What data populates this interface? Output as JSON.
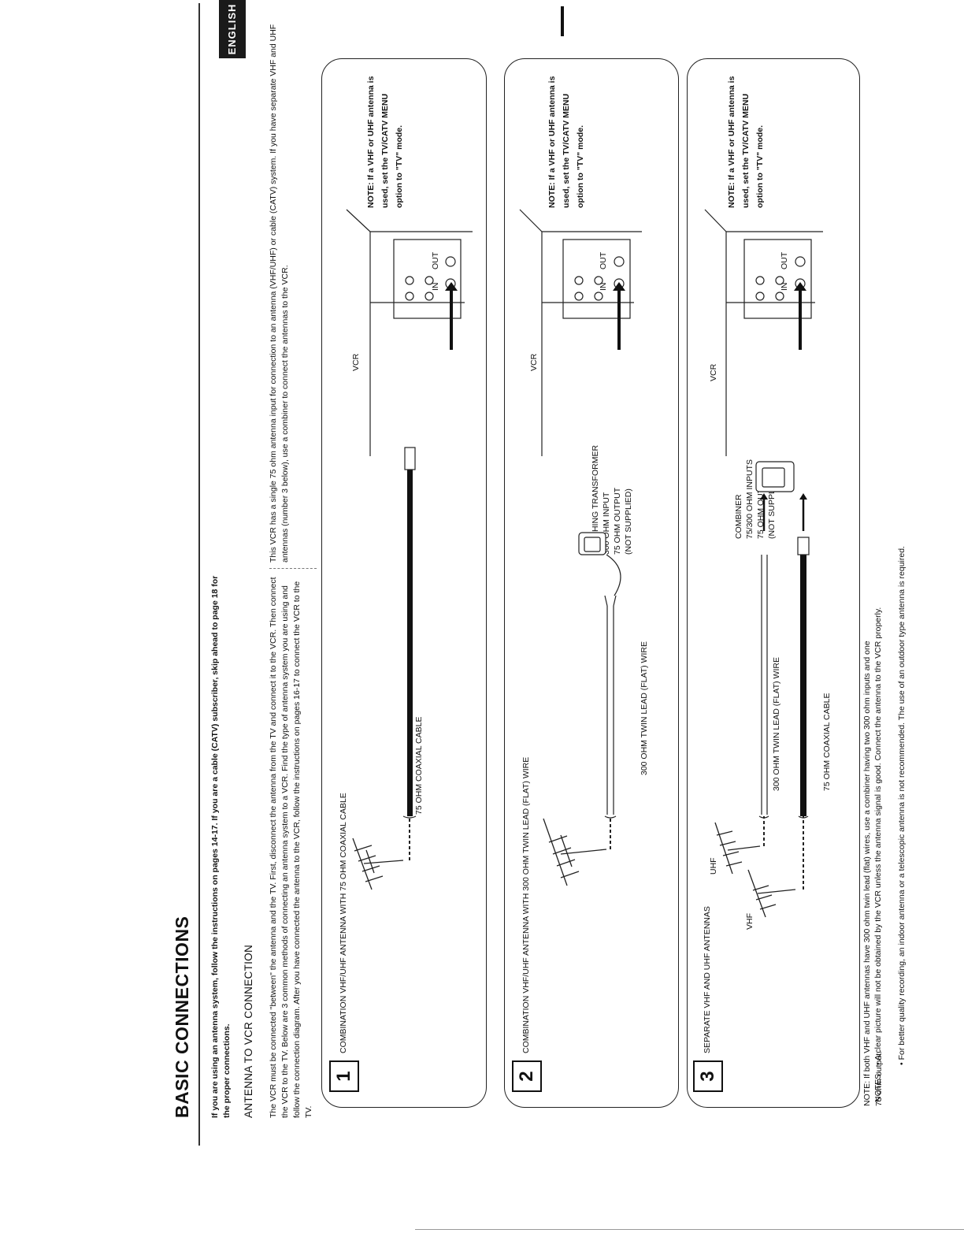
{
  "language_tab": "ENGLISH",
  "title": "BASIC CONNECTIONS",
  "intro": "If you are using an antenna system, follow the instructions on pages 14-17. If you are a cable (CATV) subscriber, skip ahead to page 18 for the proper connections.",
  "section_heading": "ANTENNA TO VCR CONNECTION",
  "paragraph_left": "The VCR must be connected \"between\" the antenna and the TV. First, disconnect the antenna from the TV and connect it to the VCR. Then connect the VCR to the TV. Below are 3 common methods of connecting an antenna system to a VCR. Find the type of antenna system you are using and follow the connection diagram. After you have connected the antenna to the VCR, follow the instructions on pages 16-17 to connect the VCR to the TV.",
  "paragraph_right": "This VCR has a single 75 ohm antenna input for connection to an antenna (VHF/UHF) or cable (CATV) system. If you have separate VHF and UHF antennas (number 3 below), use a combiner to connect the antennas to the VCR.",
  "panels": [
    {
      "number": "1",
      "heading": "COMBINATION VHF/UHF ANTENNA WITH 75 OHM COAXIAL CABLE",
      "cable_label": "75 OHM COAXIAL CABLE",
      "vcr_label": "VCR",
      "in_label": "IN",
      "out_label": "OUT",
      "note": "NOTE: If a VHF or UHF antenna is used, set the TV/CATV MENU option to \"TV\" mode."
    },
    {
      "number": "2",
      "heading": "COMBINATION VHF/UHF ANTENNA WITH 300 OHM TWIN LEAD (FLAT) WIRE",
      "cable_label": "300 OHM TWIN LEAD (FLAT) WIRE",
      "transformer_lines": [
        "MATCHING TRANSFORMER",
        "300 OHM INPUT",
        "75 OHM OUTPUT",
        "(NOT SUPPLIED)"
      ],
      "vcr_label": "VCR",
      "in_label": "IN",
      "out_label": "OUT",
      "note": "NOTE: If a VHF or UHF antenna is used, set the TV/CATV MENU option to \"TV\" mode."
    },
    {
      "number": "3",
      "heading": "SEPARATE VHF AND UHF ANTENNAS",
      "vhf_label": "VHF",
      "uhf_label": "UHF",
      "cable_label_twin": "300 OHM TWIN LEAD (FLAT) WIRE",
      "cable_label_coax": "75 OHM COAXIAL CABLE",
      "combiner_lines": [
        "COMBINER",
        "75/300 OHM INPUTS",
        "75 OHM OUTPUT",
        "(NOT SUPPLIED)"
      ],
      "vcr_label": "VCR",
      "in_label": "IN",
      "out_label": "OUT",
      "note": "NOTE: If a VHF or UHF antenna is used, set the TV/CATV MENU option to \"TV\" mode."
    }
  ],
  "note_bottom": "NOTE: If both VHF and UHF antennas have 300 ohm twin lead (flat) wires, use a combiner having two 300 ohm inputs and one 75 ohm output.",
  "notes_label": "NOTES:",
  "notes": [
    "• A clear picture will not be obtained by the VCR unless the antenna signal is good. Connect the antenna to the VCR properly.",
    "• For better quality recording, an indoor antenna or a telescopic antenna is not recommended. The use of an outdoor type antenna is required."
  ]
}
